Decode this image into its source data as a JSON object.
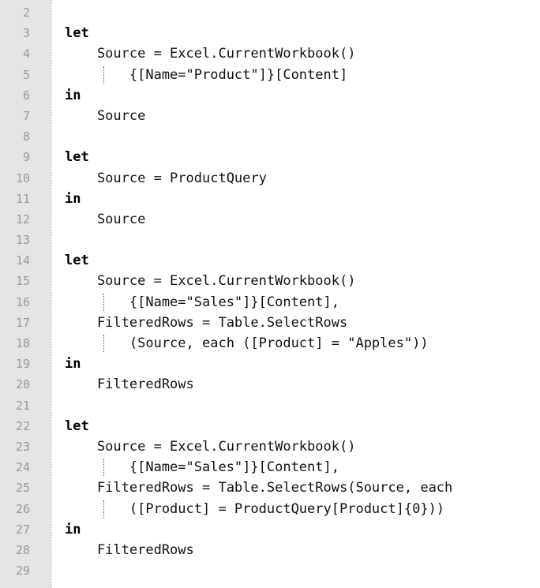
{
  "editor": {
    "lines": [
      {
        "n": "2",
        "text": "",
        "kw": false,
        "guide": false
      },
      {
        "n": "3",
        "text": "let",
        "kw": true,
        "guide": false
      },
      {
        "n": "4",
        "text": "    Source = Excel.CurrentWorkbook()",
        "kw": false,
        "guide": false
      },
      {
        "n": "5",
        "text": "        {[Name=\"Product\"]}[Content]",
        "kw": false,
        "guide": true
      },
      {
        "n": "6",
        "text": "in",
        "kw": true,
        "guide": false
      },
      {
        "n": "7",
        "text": "    Source",
        "kw": false,
        "guide": false
      },
      {
        "n": "8",
        "text": "",
        "kw": false,
        "guide": false
      },
      {
        "n": "9",
        "text": "let",
        "kw": true,
        "guide": false
      },
      {
        "n": "10",
        "text": "    Source = ProductQuery",
        "kw": false,
        "guide": false
      },
      {
        "n": "11",
        "text": "in",
        "kw": true,
        "guide": false
      },
      {
        "n": "12",
        "text": "    Source",
        "kw": false,
        "guide": false
      },
      {
        "n": "13",
        "text": "",
        "kw": false,
        "guide": false
      },
      {
        "n": "14",
        "text": "let",
        "kw": true,
        "guide": false
      },
      {
        "n": "15",
        "text": "    Source = Excel.CurrentWorkbook()",
        "kw": false,
        "guide": false
      },
      {
        "n": "16",
        "text": "        {[Name=\"Sales\"]}[Content],",
        "kw": false,
        "guide": true
      },
      {
        "n": "17",
        "text": "    FilteredRows = Table.SelectRows",
        "kw": false,
        "guide": false
      },
      {
        "n": "18",
        "text": "        (Source, each ([Product] = \"Apples\"))",
        "kw": false,
        "guide": true
      },
      {
        "n": "19",
        "text": "in",
        "kw": true,
        "guide": false
      },
      {
        "n": "20",
        "text": "    FilteredRows",
        "kw": false,
        "guide": false
      },
      {
        "n": "21",
        "text": "",
        "kw": false,
        "guide": false
      },
      {
        "n": "22",
        "text": "let",
        "kw": true,
        "guide": false
      },
      {
        "n": "23",
        "text": "    Source = Excel.CurrentWorkbook()",
        "kw": false,
        "guide": false
      },
      {
        "n": "24",
        "text": "        {[Name=\"Sales\"]}[Content],",
        "kw": false,
        "guide": true
      },
      {
        "n": "25",
        "text": "    FilteredRows = Table.SelectRows(Source, each",
        "kw": false,
        "guide": false
      },
      {
        "n": "26",
        "text": "        ([Product] = ProductQuery[Product]{0}))",
        "kw": false,
        "guide": true
      },
      {
        "n": "27",
        "text": "in",
        "kw": true,
        "guide": false
      },
      {
        "n": "28",
        "text": "    FilteredRows",
        "kw": false,
        "guide": false
      },
      {
        "n": "29",
        "text": "",
        "kw": false,
        "guide": false
      }
    ]
  }
}
